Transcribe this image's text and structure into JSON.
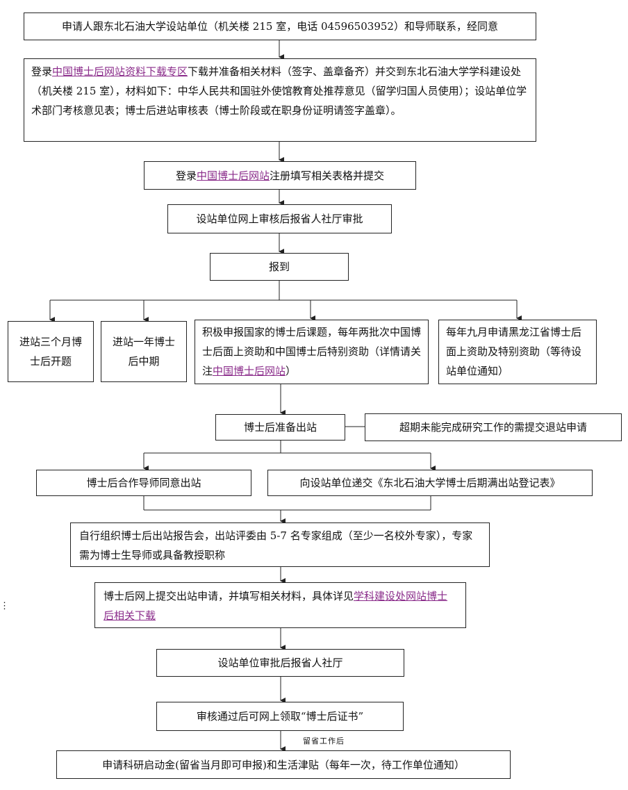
{
  "flow": {
    "step1": "申请人跟东北石油大学设站单位（机关楼 215 室，电话 04596503952）和导师联系，经同意",
    "step2": {
      "pre": "登录",
      "link": "中国博士后网站资料下载专区",
      "post": "下载并准备相关材料（签字、盖章备齐）并交到东北石油大学学科建设处（机关楼 215 室），材料如下：中华人民共和国驻外使馆教育处推荐意见（留学归国人员使用）；设站单位学术部门考核意见表；博士后进站审核表（博士阶段或在职身份证明请签字盖章）。"
    },
    "step3": {
      "pre": "登录",
      "link": "中国博士后网站",
      "post": "注册填写相关表格并提交"
    },
    "step4": "设站单位网上审核后报省人社厅审批",
    "step5": "报到",
    "branch_a": "进站三个月博士后开题",
    "branch_b": "进站一年博士后中期",
    "branch_c": {
      "pre": "积极申报国家的博士后课题，每年两批次中国博士后面上资助和中国博士后特别资助（详情请关注",
      "link": "中国博士后网站",
      "post": "）"
    },
    "branch_d": "每年九月申请黑龙江省博士后面上资助及特别资助（等待设站单位通知）",
    "step6": "博士后准备出站",
    "side_note": "超期未能完成研究工作的需提交退站申请",
    "split_a": "博士后合作导师同意出站",
    "split_b": "向设站单位递交《东北石油大学博士后期满出站登记表》",
    "step7": "自行组织博士后出站报告会，出站评委由 5-7 名专家组成（至少一名校外专家），专家需为博士生导师或具备教授职称",
    "step8": {
      "pre": "博士后网上提交出站申请，并填写相关材料，具体详见",
      "link": "学科建设处网站博士后相关下载"
    },
    "step9": "设站单位审批后报省人社厅",
    "step10": "审核通过后可网上领取“博士后证书”",
    "note_stay": "留省工作后",
    "step11": "申请科研启动金(留省当月即可申报)和生活津贴（每年一次，待工作单位通知）"
  },
  "margin_mark": "⋮"
}
